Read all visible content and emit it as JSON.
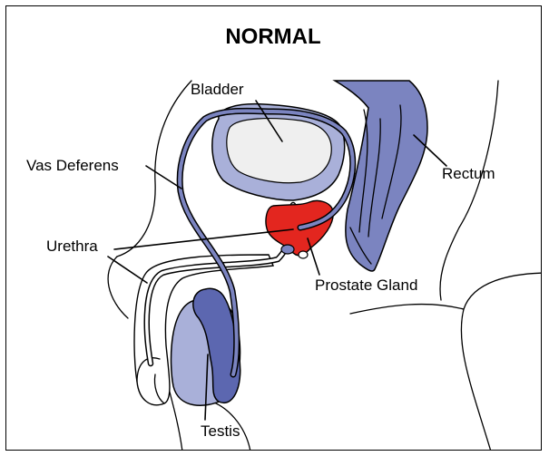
{
  "title": "NORMAL",
  "labels": {
    "bladder": "Bladder",
    "vas_deferens": "Vas Deferens",
    "rectum": "Rectum",
    "urethra": "Urethra",
    "prostate_gland": "Prostate Gland",
    "testis": "Testis"
  },
  "colors": {
    "organ_blue": "#7b84c0",
    "organ_light_blue": "#a9b0d9",
    "testis_dark": "#5c67b0",
    "bladder_fill": "#efefef",
    "prostate_red": "#e3261f",
    "outline": "#000000"
  }
}
